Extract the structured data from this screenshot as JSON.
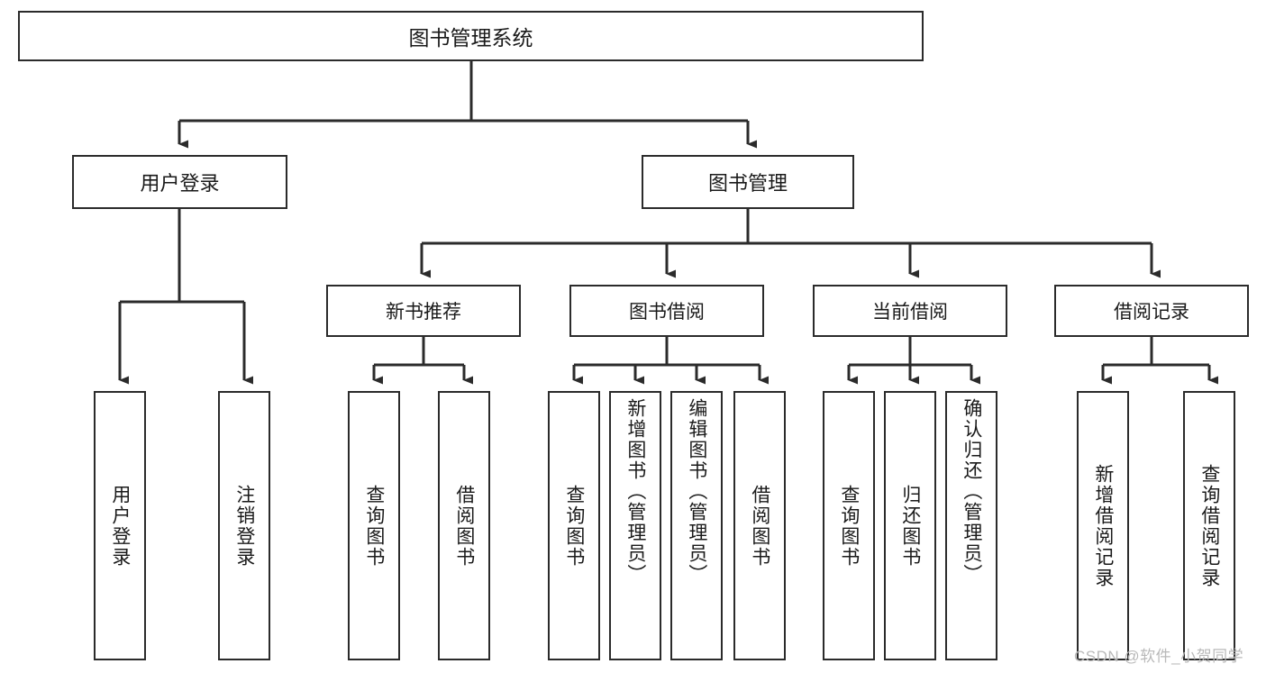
{
  "diagram": {
    "type": "hierarchy-tree",
    "title": "图书管理系统",
    "root": {
      "label": "图书管理系统"
    },
    "level2": [
      {
        "label": "用户登录"
      },
      {
        "label": "图书管理"
      }
    ],
    "level3": [
      {
        "label": "新书推荐"
      },
      {
        "label": "图书借阅"
      },
      {
        "label": "当前借阅"
      },
      {
        "label": "借阅记录"
      }
    ],
    "leaves": {
      "user_login": [
        {
          "label": "用户登录"
        },
        {
          "label": "注销登录"
        }
      ],
      "new_book_recommend": [
        {
          "label": "查询图书"
        },
        {
          "label": "借阅图书"
        }
      ],
      "book_borrow": [
        {
          "label": "查询图书"
        },
        {
          "label": "新增图书（管理员）"
        },
        {
          "label": "编辑图书（管理员）"
        },
        {
          "label": "借阅图书"
        }
      ],
      "current_borrow": [
        {
          "label": "查询图书"
        },
        {
          "label": "归还图书"
        },
        {
          "label": "确认归还（管理员）"
        }
      ],
      "borrow_record": [
        {
          "label": "新增借阅记录"
        },
        {
          "label": "查询借阅记录"
        }
      ]
    }
  },
  "watermark": {
    "text": "CSDN @软件_小贺同学"
  },
  "colors": {
    "stroke": "#2b2b2b",
    "background": "#ffffff",
    "text": "#1a1a1a",
    "watermark": "#b9b9b9"
  }
}
